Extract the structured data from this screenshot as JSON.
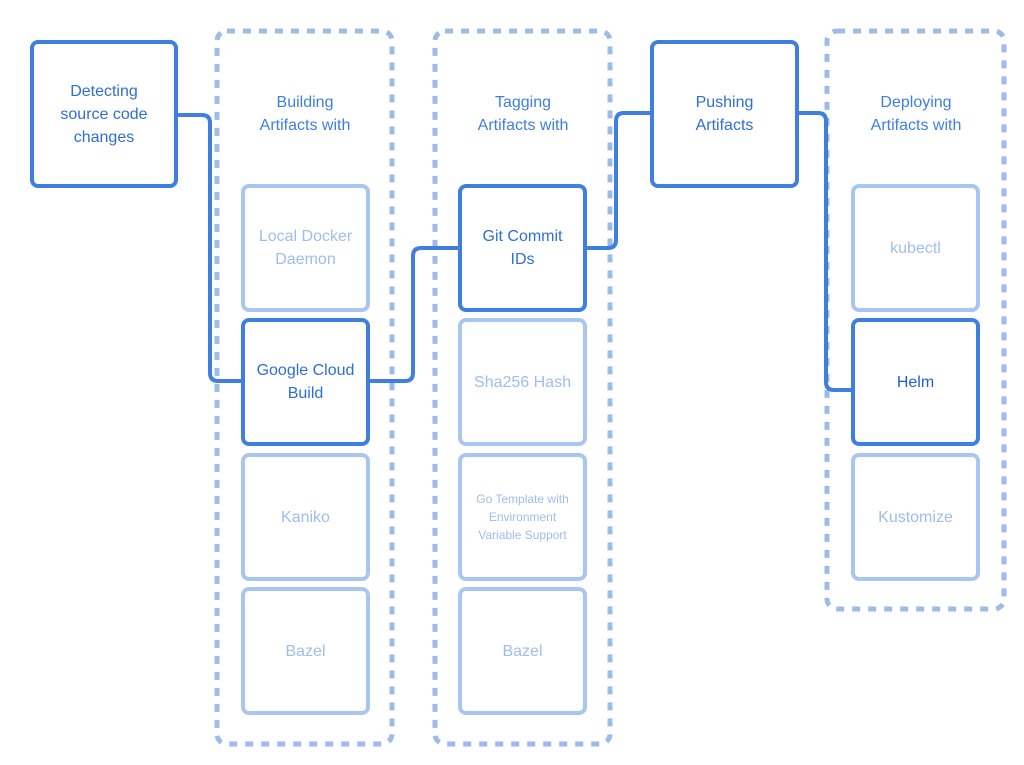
{
  "colors": {
    "active": "#3f7fe0",
    "inactive": "#a9c6f3",
    "group_border": "#9dbbe8"
  },
  "stages": {
    "detect": {
      "label": "Detecting\nsource code\nchanges"
    },
    "build": {
      "title": "Building\nArtifacts with",
      "options": [
        {
          "label": "Local Docker\nDaemon",
          "selected": false
        },
        {
          "label": "Google Cloud\nBuild",
          "selected": true
        },
        {
          "label": "Kaniko",
          "selected": false
        },
        {
          "label": "Bazel",
          "selected": false
        }
      ]
    },
    "tag": {
      "title": "Tagging\nArtifacts with",
      "options": [
        {
          "label": "Git Commit\nIDs",
          "selected": true
        },
        {
          "label": "Sha256 Hash",
          "selected": false
        },
        {
          "label": "Go Template with\nEnvironment\nVariable Support",
          "selected": false
        },
        {
          "label": "Bazel",
          "selected": false
        }
      ]
    },
    "push": {
      "label": "Pushing\nArtifacts"
    },
    "deploy": {
      "title": "Deploying\nArtifacts with",
      "options": [
        {
          "label": "kubectl",
          "selected": false
        },
        {
          "label": "Helm",
          "selected": true
        },
        {
          "label": "Kustomize",
          "selected": false
        }
      ]
    }
  }
}
